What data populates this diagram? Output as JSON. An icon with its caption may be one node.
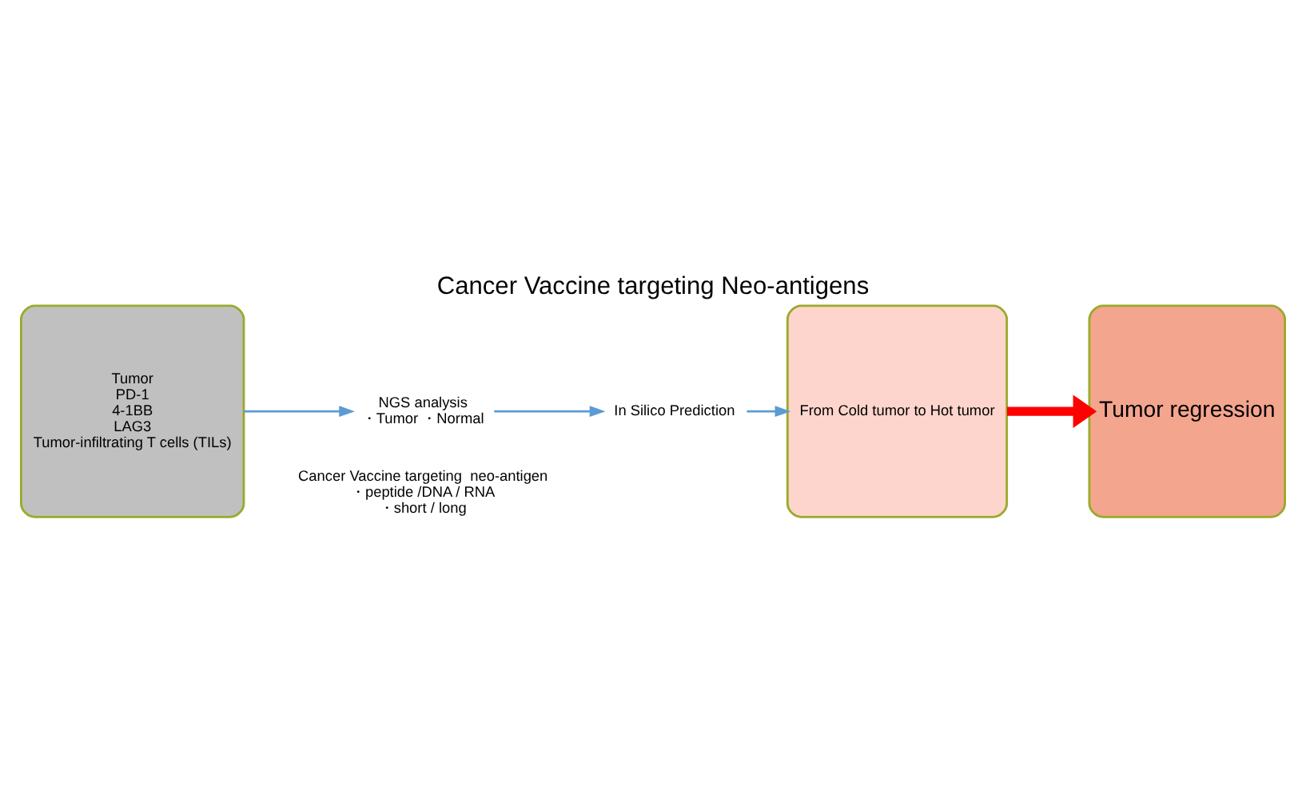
{
  "diagram": {
    "title": "Cancer Vaccine targeting Neo-antigens",
    "nodes": [
      {
        "text": [
          "Tumor",
          "PD-1",
          "4-1BB",
          "LAG3",
          "Tumor-infiltrating T cells (TILs)"
        ]
      },
      {
        "text": [
          "NGS analysis",
          "・Tumor ・Normal"
        ]
      },
      {
        "text": [
          "In Silico Prediction"
        ]
      },
      {
        "text": [
          "From Cold tumor to Hot tumor"
        ]
      },
      {
        "text": [
          "Tumor regression"
        ]
      }
    ],
    "edges": [
      {
        "from": 0,
        "to": 1,
        "arrow": "to"
      },
      {
        "from": 1,
        "to": 2,
        "arrow": "to"
      },
      {
        "from": 2,
        "to": 3,
        "arrow": "to"
      },
      {
        "from": 3,
        "to": 4,
        "arrow": "to",
        "style": "thick",
        "color": "#ff0000"
      }
    ],
    "labels": [
      "Cancer Vaccine targeting  neo-antigen",
      "・peptide /DNA / RNA",
      "・short / long"
    ]
  }
}
